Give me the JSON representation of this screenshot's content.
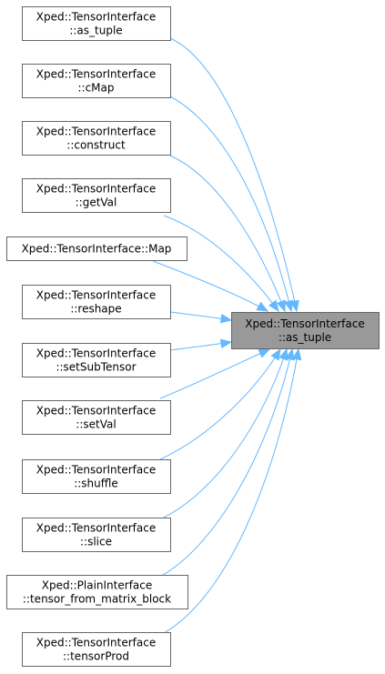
{
  "diagram": {
    "target": {
      "id": "target",
      "lines": [
        "Xped::TensorInterface",
        "::as_tuple"
      ]
    },
    "callers": [
      {
        "id": "as_tuple",
        "lines": [
          "Xped::TensorInterface",
          "::as_tuple"
        ]
      },
      {
        "id": "cMap",
        "lines": [
          "Xped::TensorInterface",
          "::cMap"
        ]
      },
      {
        "id": "construct",
        "lines": [
          "Xped::TensorInterface",
          "::construct"
        ]
      },
      {
        "id": "getVal",
        "lines": [
          "Xped::TensorInterface",
          "::getVal"
        ]
      },
      {
        "id": "Map",
        "lines": [
          "Xped::TensorInterface::Map"
        ]
      },
      {
        "id": "reshape",
        "lines": [
          "Xped::TensorInterface",
          "::reshape"
        ]
      },
      {
        "id": "setSubTensor",
        "lines": [
          "Xped::TensorInterface",
          "::setSubTensor"
        ]
      },
      {
        "id": "setVal",
        "lines": [
          "Xped::TensorInterface",
          "::setVal"
        ]
      },
      {
        "id": "shuffle",
        "lines": [
          "Xped::TensorInterface",
          "::shuffle"
        ]
      },
      {
        "id": "slice",
        "lines": [
          "Xped::TensorInterface",
          "::slice"
        ]
      },
      {
        "id": "tensor_from_matrix_block",
        "lines": [
          "Xped::PlainInterface",
          "::tensor_from_matrix_block"
        ]
      },
      {
        "id": "tensorProd",
        "lines": [
          "Xped::TensorInterface",
          "::tensorProd"
        ]
      }
    ],
    "edge_color": "#63b8ff",
    "node_border_color": "#666666",
    "target_fill_color": "#999999"
  }
}
